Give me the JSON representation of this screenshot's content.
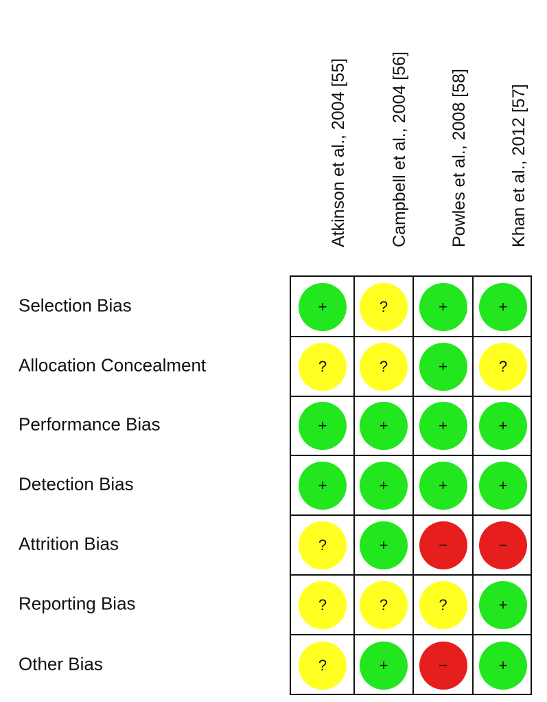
{
  "chart_data": {
    "type": "table",
    "columns": [
      "Atkinson et al., 2004 [55]",
      "Campbell et al., 2004 [56]",
      "Powles et al., 2008 [58]",
      "Khan et al., 2012 [57]"
    ],
    "rows": [
      "Selection Bias",
      "Allocation Concealment",
      "Performance Bias",
      "Detection Bias",
      "Attrition Bias",
      "Reporting Bias",
      "Other Bias"
    ],
    "values": [
      [
        "+",
        "?",
        "+",
        "+"
      ],
      [
        "?",
        "?",
        "+",
        "?"
      ],
      [
        "+",
        "+",
        "+",
        "+"
      ],
      [
        "+",
        "+",
        "+",
        "+"
      ],
      [
        "?",
        "+",
        "-",
        "-"
      ],
      [
        "?",
        "?",
        "?",
        "+"
      ],
      [
        "?",
        "+",
        "-",
        "+"
      ]
    ],
    "symbols": {
      "+": "+",
      "?": "?",
      "-": "−"
    },
    "colors": {
      "+": "#22e61e",
      "?": "#ffff22",
      "-": "#e61e1e"
    }
  }
}
